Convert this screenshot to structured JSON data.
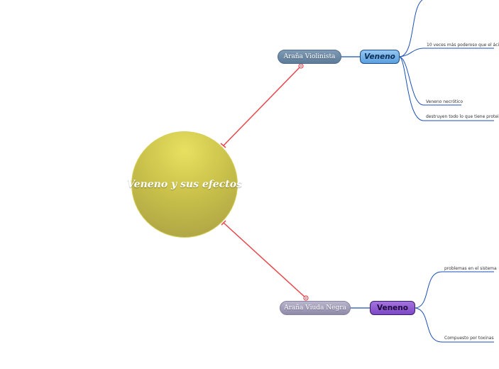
{
  "central": {
    "label": "Veneno y sus efectos"
  },
  "branches": [
    {
      "label": "Araña Violinista",
      "child": {
        "label": "Veneno",
        "items": [
          "10 veces más poderoso que el áci",
          "Veneno necrótico",
          "destruyen todo lo que tiene protei"
        ]
      }
    },
    {
      "label": "Araña Viuda Negra",
      "child": {
        "label": "Veneno",
        "items": [
          "problemas en el sistema",
          "Compuesto por toxinas"
        ]
      }
    }
  ],
  "colors": {
    "connector_main": "#e8454a",
    "connector_sub": "#1a4fb5",
    "central_fill": "#c9c14a",
    "branch_a_fill": "#6d8aa6",
    "branch_b_fill": "#a5a2bc",
    "veneno_a_fill": "#6aaee6",
    "veneno_b_fill": "#8a55cf"
  }
}
